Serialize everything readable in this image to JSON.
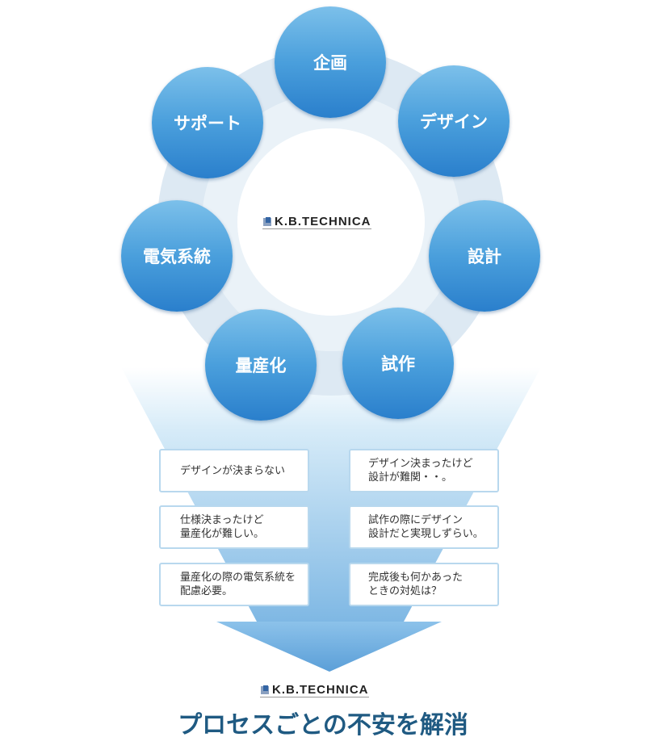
{
  "process_steps": [
    {
      "label": "企画"
    },
    {
      "label": "デザイン"
    },
    {
      "label": "設計"
    },
    {
      "label": "試作"
    },
    {
      "label": "量産化"
    },
    {
      "label": "電気系統"
    },
    {
      "label": "サポート"
    }
  ],
  "center_logo": "K.B.TECHNICA",
  "concerns_left": [
    "デザインが決まらない",
    "仕様決まったけど\n量産化が難しい。",
    "量産化の際の電気系統を\n配慮必要。"
  ],
  "concerns_right": [
    "デザイン決まったけど\n設計が難関・・。",
    "試作の際にデザイン\n設計だと実現しずらい。",
    "完成後も何かあった\nときの対処は？"
  ],
  "bottom_logo": "K.B.TECHNICA",
  "headline": "プロセスごとの不安を解消",
  "colors": {
    "accent": "#3a8fd6",
    "headline": "#1f5a82",
    "ring": "#dde9f3"
  }
}
